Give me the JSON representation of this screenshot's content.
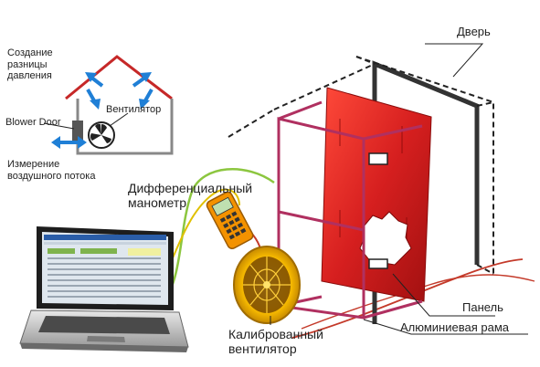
{
  "labels": {
    "pressure_difference": "Создание\nразницы\nдавления",
    "blower_door": "Blower Door",
    "fan_small": "Вентилятор",
    "airflow_measure": "Измерение\nвоздушного потока",
    "diff_manometer": "Дифференциальный\nманометр",
    "door": "Дверь",
    "panel": "Панель",
    "aluminum_frame": "Алюминиевая рама",
    "calibrated_fan": "Калиброванный\nвентилятор"
  },
  "colors": {
    "roof_red": "#c62828",
    "arrow_blue": "#1f7fd6",
    "panel_red": "#d61f1f",
    "frame_pink": "#b03060",
    "door_dark": "#333333",
    "fan_yellow": "#f5b800",
    "cable_green": "#8cc63f",
    "cable_red": "#c43a2a"
  }
}
